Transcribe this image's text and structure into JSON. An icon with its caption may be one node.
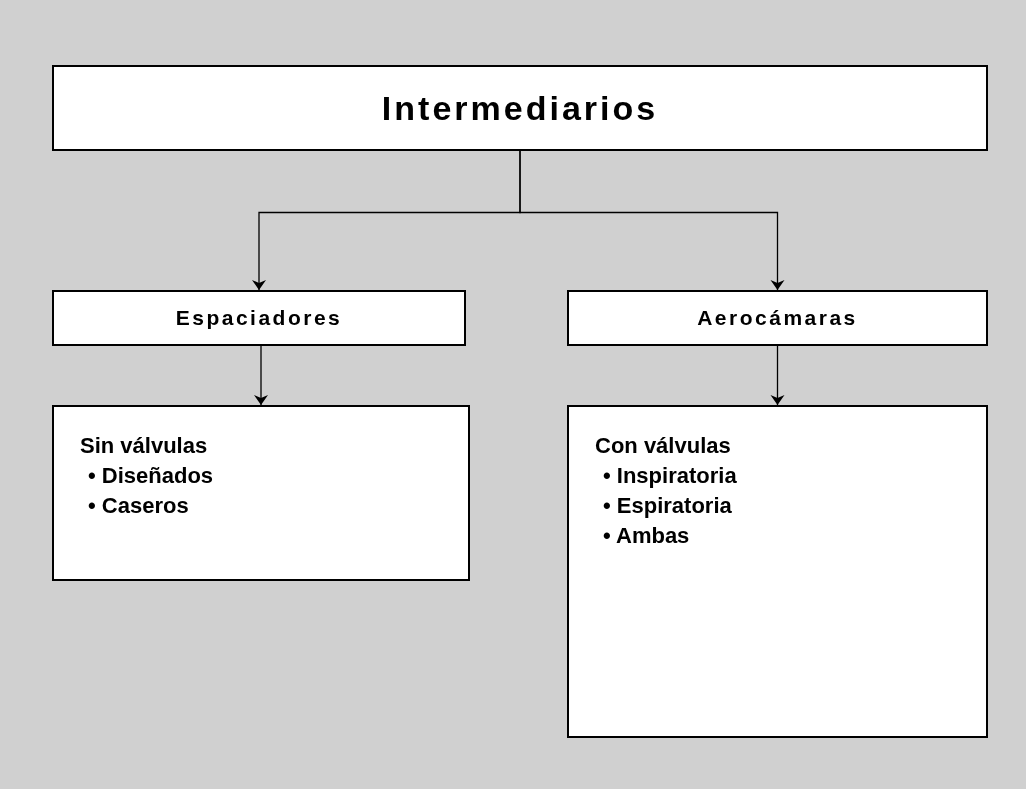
{
  "diagram": {
    "nodes": [
      {
        "text": [
          "Intermediarios"
        ]
      },
      {
        "text": [
          "Espaciadores"
        ]
      },
      {
        "text": [
          "Aerocámaras"
        ]
      },
      {
        "text": [
          "Sin válvulas",
          "• Diseñados",
          "• Caseros"
        ]
      },
      {
        "text": [
          "Con válvulas",
          "• Inspiratoria",
          "• Espiratoria",
          "• Ambas"
        ]
      }
    ],
    "edges": [
      {
        "from": 0,
        "to": 1,
        "arrow": "to"
      },
      {
        "from": 0,
        "to": 2,
        "arrow": "to"
      },
      {
        "from": 1,
        "to": 3,
        "arrow": "to"
      },
      {
        "from": 2,
        "to": 4,
        "arrow": "to"
      }
    ]
  }
}
